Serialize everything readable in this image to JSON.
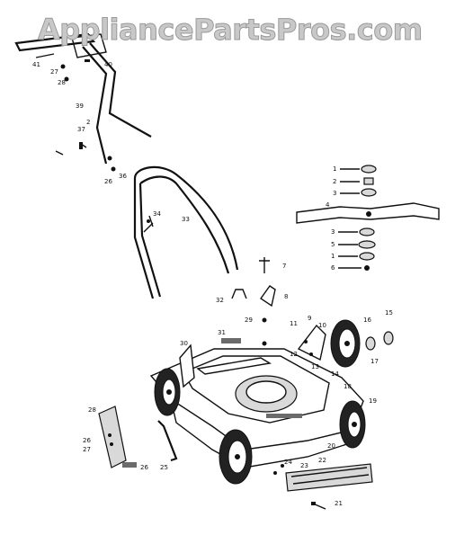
{
  "watermark": "AppliancePartsPros.com",
  "callouts": [
    {
      "label": "41"
    },
    {
      "label": "40"
    },
    {
      "label": "27"
    },
    {
      "label": "28"
    },
    {
      "label": "39"
    },
    {
      "label": "37"
    },
    {
      "label": "26"
    },
    {
      "label": "36"
    },
    {
      "label": "34"
    },
    {
      "label": "33"
    },
    {
      "label": "1"
    },
    {
      "label": "2"
    },
    {
      "label": "3"
    },
    {
      "label": "4"
    },
    {
      "label": "3"
    },
    {
      "label": "5"
    },
    {
      "label": "1"
    },
    {
      "label": "6"
    },
    {
      "label": "7"
    },
    {
      "label": "32"
    },
    {
      "label": "8"
    },
    {
      "label": "29"
    },
    {
      "label": "31"
    },
    {
      "label": "11"
    },
    {
      "label": "9"
    },
    {
      "label": "10"
    },
    {
      "label": "12"
    },
    {
      "label": "13"
    },
    {
      "label": "14"
    },
    {
      "label": "16"
    },
    {
      "label": "15"
    },
    {
      "label": "17"
    },
    {
      "label": "30"
    },
    {
      "label": "18"
    },
    {
      "label": "19"
    },
    {
      "label": "20"
    },
    {
      "label": "28"
    },
    {
      "label": "26"
    },
    {
      "label": "27"
    },
    {
      "label": "25"
    },
    {
      "label": "26"
    },
    {
      "label": "24"
    },
    {
      "label": "23"
    },
    {
      "label": "22"
    },
    {
      "label": "21"
    },
    {
      "label": "2"
    }
  ]
}
